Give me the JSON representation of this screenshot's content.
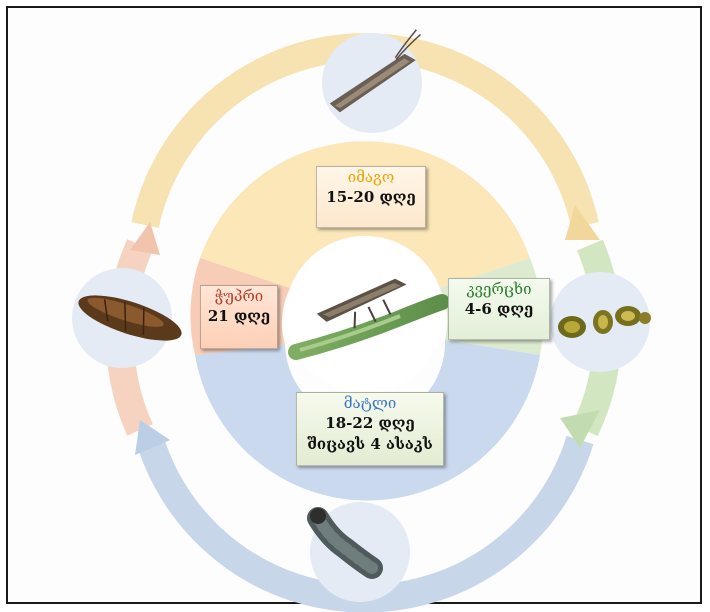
{
  "stages": {
    "adult": {
      "name": "იმაგო",
      "duration": "15-20 დღე",
      "color": "#e8a500"
    },
    "egg": {
      "name": "კვერცხი",
      "duration": "4-6  დღე",
      "color": "#2f7d32"
    },
    "pupa": {
      "name": "ჭუპრი",
      "duration": "21 დღე",
      "color": "#b83a2a"
    },
    "larva": {
      "name": "მატლი",
      "duration": "18-22  დღე",
      "note": "შიცავს 4 ასაკს",
      "color": "#3b77c4"
    }
  },
  "icons": [
    "moth-adult-icon",
    "egg-cluster-icon",
    "caterpillar-icon",
    "pupa-icon",
    "moth-on-branch-icon"
  ],
  "colors": {
    "ring_yellow": "#f7dfa3",
    "ring_green": "#cfe3bd",
    "ring_blue": "#c5d4ea",
    "ring_peach": "#f4c9b2"
  }
}
